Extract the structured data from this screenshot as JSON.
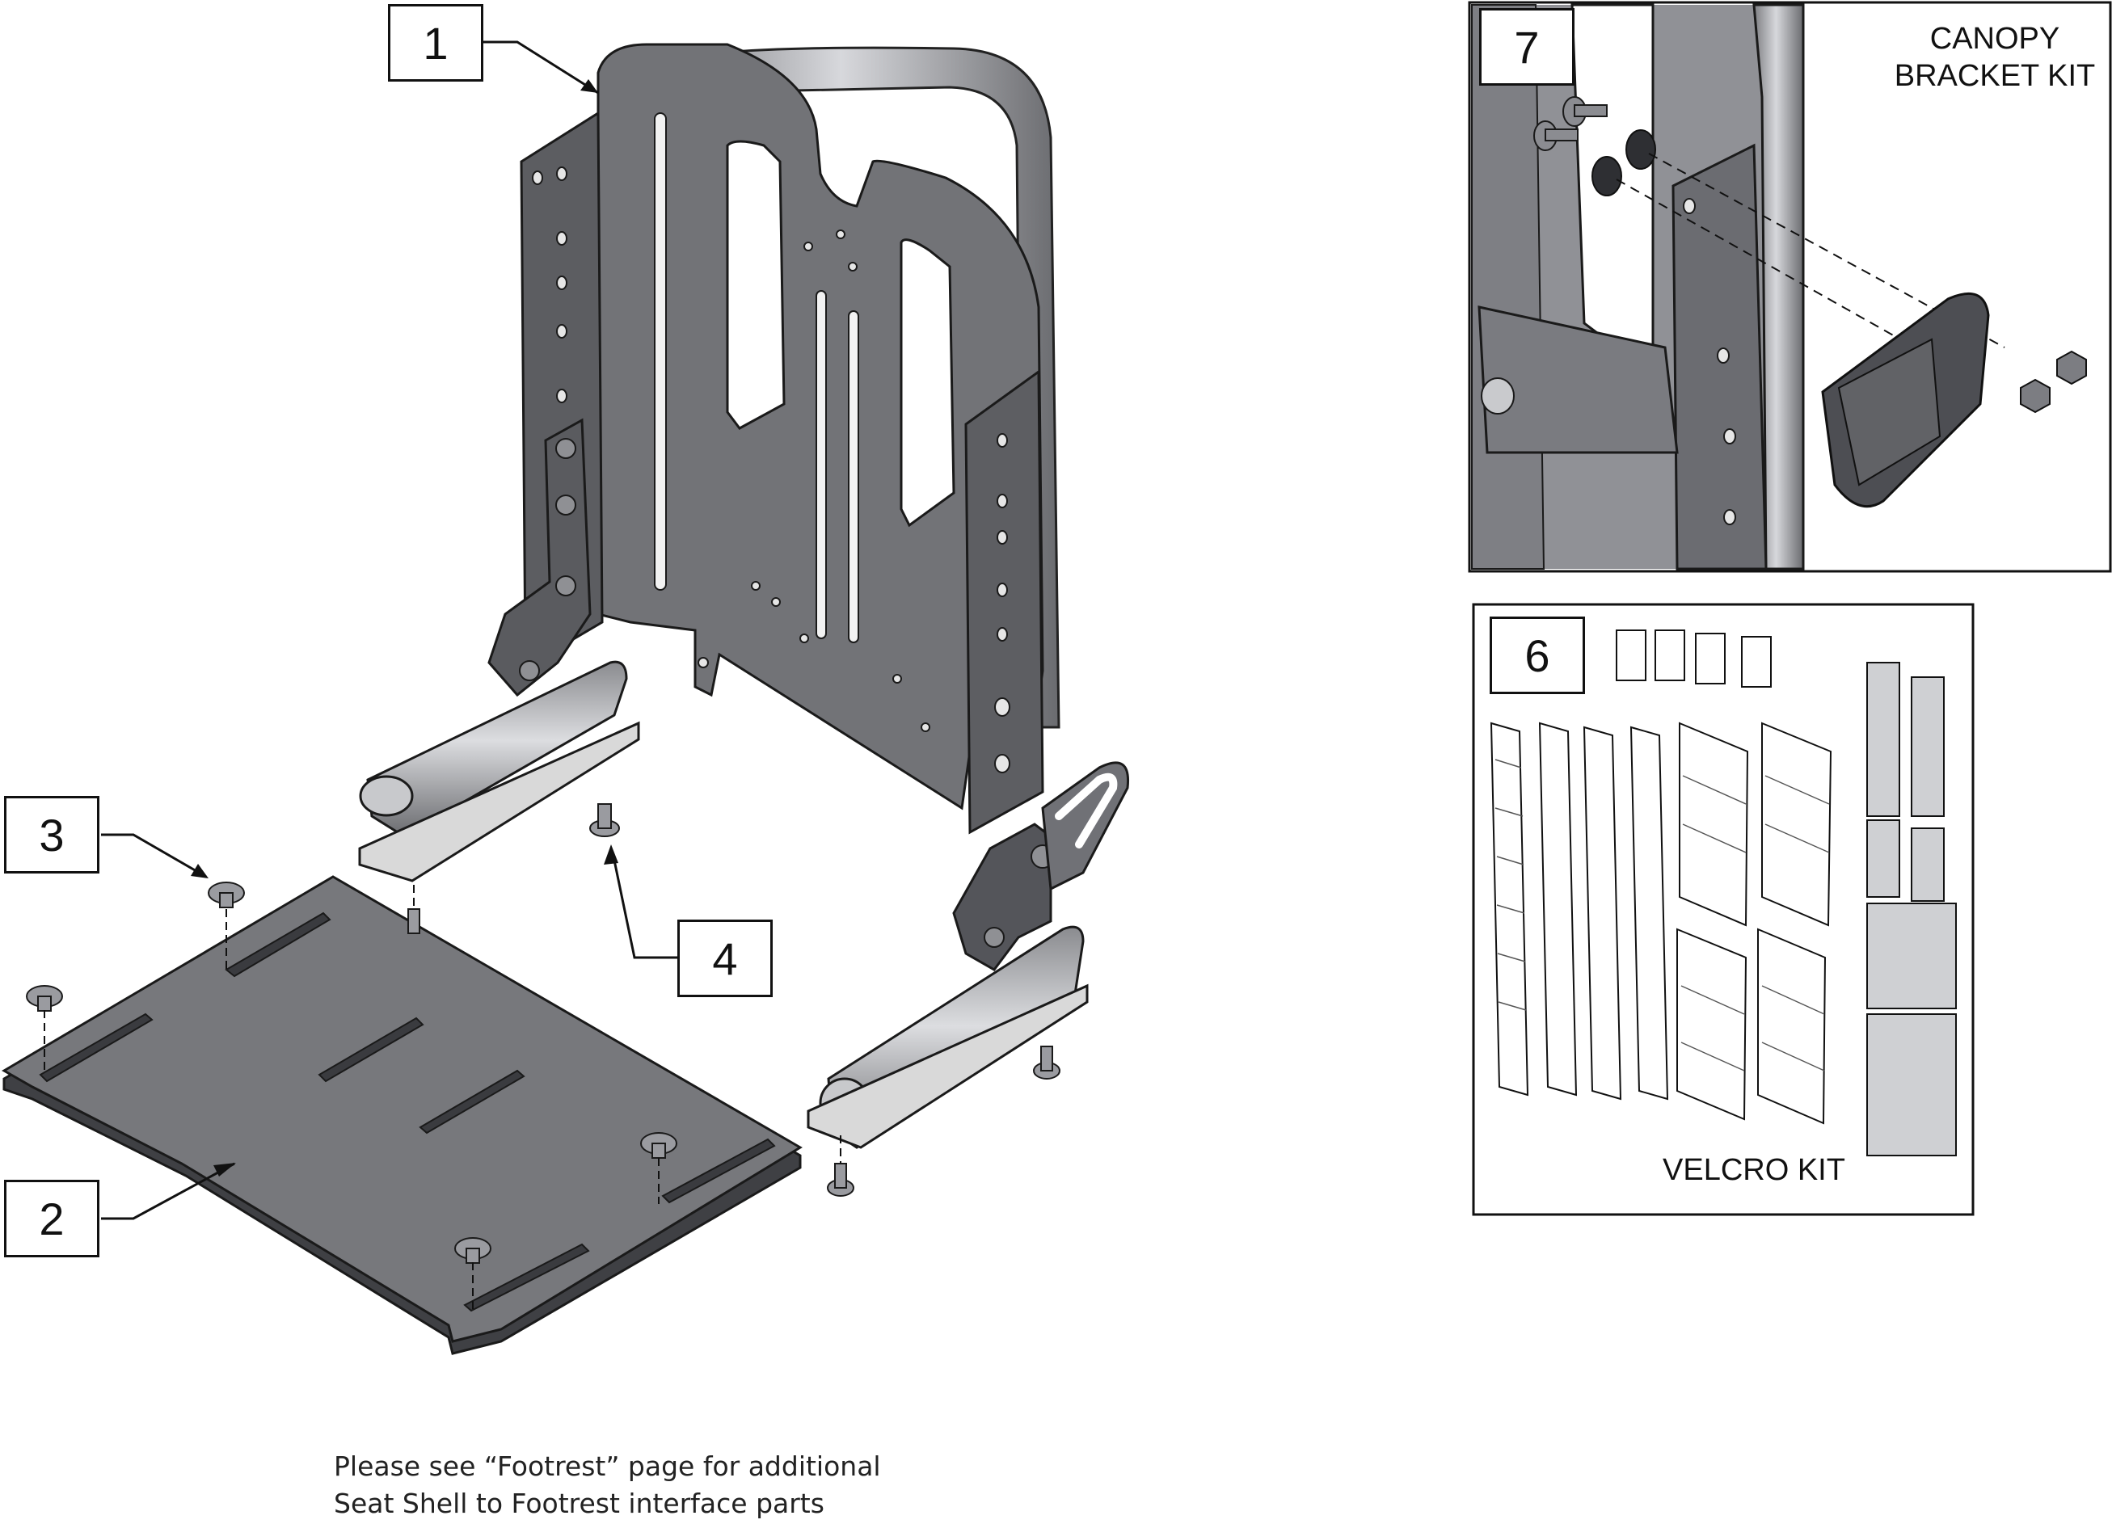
{
  "callouts": {
    "item1": "1",
    "item2": "2",
    "item3": "3",
    "item4": "4",
    "item6": "6",
    "item7": "7"
  },
  "kits": {
    "canopy_line1": "CANOPY",
    "canopy_line2": "BRACKET KIT",
    "velcro": "VELCRO KIT"
  },
  "note": {
    "line1": "Please see “Footrest” page for additional",
    "line2": "Seat Shell to Footrest interface parts"
  },
  "colors": {
    "part_gray": "#6f7074",
    "part_dark": "#4a4b4f",
    "part_light": "#9a9ba0",
    "line": "#111111"
  }
}
